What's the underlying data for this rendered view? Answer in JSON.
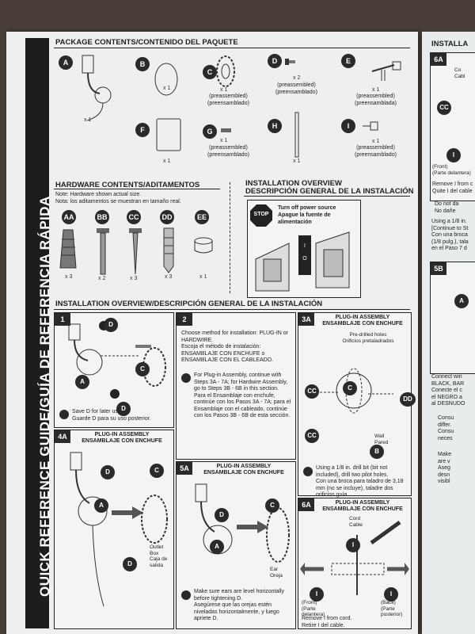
{
  "sidebar": {
    "title": "QUICK REFERENCE GUIDE/GUÍA DE REFERENCIA RÁPIDA"
  },
  "package": {
    "header": "PACKAGE CONTENTS/CONTENIDO DEL PAQUETE",
    "items": [
      {
        "letter": "A",
        "qty": "x 1"
      },
      {
        "letter": "B",
        "qty": "x 1"
      },
      {
        "letter": "C",
        "qty": "x 1",
        "note": "(preassembled)\n(preensamblado)"
      },
      {
        "letter": "D",
        "qty": "x 2",
        "note": "(preassembled)\n(preensamblado)"
      },
      {
        "letter": "E",
        "qty": "x 1",
        "note": "(preassembled)\n(preensamblada)"
      },
      {
        "letter": "F",
        "qty": "x 1"
      },
      {
        "letter": "G",
        "qty": "x 1",
        "note": "(preassembled)\n(preensamblado)"
      },
      {
        "letter": "H",
        "qty": "x 1"
      },
      {
        "letter": "I",
        "qty": "x 1",
        "note": "(preassembled)\n(preensamblado)"
      }
    ]
  },
  "hardware": {
    "header": "HARDWARE CONTENTS/ADITAMENTOS",
    "note_en": "Note: Hardware shown actual size.",
    "note_es": "Nota: los aditamentos se muestran en tamaño real.",
    "items": [
      {
        "letter": "AA",
        "qty": "x 3"
      },
      {
        "letter": "BB",
        "qty": "x 2"
      },
      {
        "letter": "CC",
        "qty": "x 3"
      },
      {
        "letter": "DD",
        "qty": "x 3"
      },
      {
        "letter": "EE",
        "qty": "x 1"
      }
    ]
  },
  "overview": {
    "header_en": "INSTALLATION OVERVIEW",
    "header_es": "DESCRIPCIÓN GENERAL DE LA INSTALACIÓN",
    "stop": "STOP",
    "power_en": "Turn off power source",
    "power_es": "Apague la fuente de alimentación",
    "switch_on": "I",
    "switch_off": "O"
  },
  "overview2": {
    "header": "INSTALLATION OVERVIEW/DESCRIPCIÓN GENERAL DE LA INSTALACIÓN"
  },
  "steps": {
    "s1": {
      "num": "1",
      "tip": "Save D for later use.\nGuarde D para su uso posterior."
    },
    "s2": {
      "num": "2",
      "text": "Choose method for installation: PLUG-IN or HARDWIRE.\nEscoja el método de instalación: ENSAMBLAJE CON ENCHUFE o ENSAMBLAJE CON EL CABLEADO.",
      "tip": "For Plug-in Assembly, continue with Steps 3A - 7A; for Hardwire Assembly, go to Steps 3B - 6B in this section.\nPara el Ensamblaje con enchufe, continúe con los Pasos 3A - 7A; para el Ensamblaje con el cableado, continúe con los Pasos 3B - 6B de esta sección."
    },
    "s3a": {
      "num": "3A",
      "title": "PLUG-IN ASSEMBLY\nENSAMBLAJE CON ENCHUFE",
      "holes": "Pre-drilled holes\nOrificios pretaladrados",
      "wall": "Wall\nPared",
      "tip": "Using a 1/8 in. drill bit (bit not included), drill two pilot holes.\nCon una broca para taladro de 3,18 mm (no se incluye), taladre dos orificios guía."
    },
    "s4a": {
      "num": "4A",
      "title": "PLUG-IN ASSEMBLY\nENSAMBLAJE CON ENCHUFE",
      "outlet": "Outlet\nBox\nCaja de\nsalida"
    },
    "s5a": {
      "num": "5A",
      "title": "PLUG-IN ASSEMBLY\nENSAMBLAJE CON ENCHUFE",
      "ear": "Ear\nOreja",
      "tip": "Make sure ears are level horizontally before tightening D.\nAsegúrese que las orejas estén niveladas horizontalmente, y luego apriete D."
    },
    "s6a": {
      "num": "6A",
      "title": "PLUG-IN ASSEMBLY\nENSAMBLAJE CON ENCHUFE",
      "cord": "Cord\nCable",
      "front": "(Front)\n(Parte\ndelantera)",
      "back": "(Back)\n(Parte\nposterior)",
      "remove": "Remove I from cord.\nRetire I del cable."
    }
  },
  "right_page": {
    "header": "INSTALLA",
    "step6a": "6A",
    "step5b": "5B",
    "frag1": "Co\nCabl",
    "frag2": "(Front)\n(Parte delantera)",
    "frag3": "Remove I from c\nQuite I del cable",
    "frag4": "Do not da\nNo dañe",
    "frag5": "Using a 1/8 in.\n[Continue to St\nCon una broca\n(1/8 pulg.), tala\nen el Paso 7 d",
    "frag6": "Connect wiri\nBLACK, BAR\nConecte el c\nel NEGRO a\nal DESNUDO",
    "frag7": "Consu\ndiffer.\nConsu\nneces",
    "frag8": "Make\nare v\nAseg\ndesn\nvisibl"
  }
}
